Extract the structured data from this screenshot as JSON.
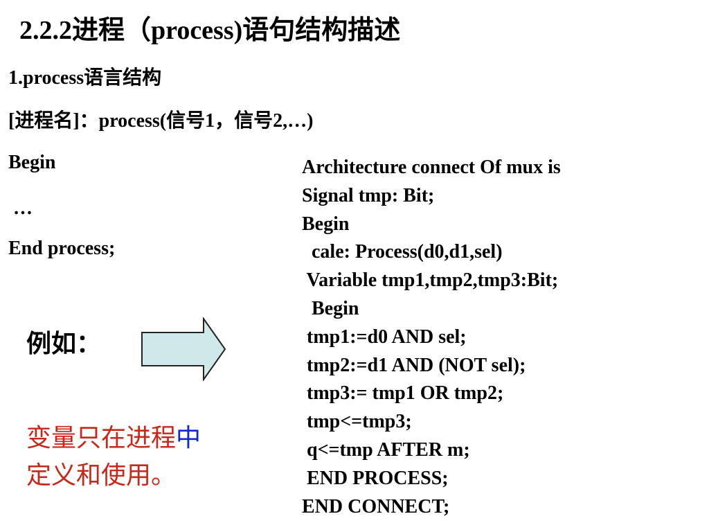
{
  "title": "2.2.2进程（process)语句结构描述",
  "section_heading": "1.process语言结构",
  "syntax_lines": [
    "[进程名]：process(信号1，信号2,…)",
    "Begin",
    " …",
    "End process;"
  ],
  "example_label": "例如：",
  "note": {
    "line1_part1": "变量只在进程",
    "line1_part2": "中",
    "line2": "定义和使用。",
    "color_main": "#c8281a",
    "color_highlight": "#1428c8"
  },
  "arrow": {
    "icon": "right-arrow-icon",
    "fill": "#cfe8ea",
    "stroke": "#222222"
  },
  "code_lines": [
    "Architecture connect Of mux is",
    "Signal tmp: Bit;",
    "Begin",
    "  cale: Process(d0,d1,sel)",
    " Variable tmp1,tmp2,tmp3:Bit;",
    "  Begin",
    " tmp1:=d0 AND sel;",
    " tmp2:=d1 AND (NOT sel);",
    " tmp3:= tmp1 OR tmp2;",
    " tmp<=tmp3;",
    " q<=tmp AFTER m;",
    " END PROCESS;",
    "END CONNECT;"
  ]
}
